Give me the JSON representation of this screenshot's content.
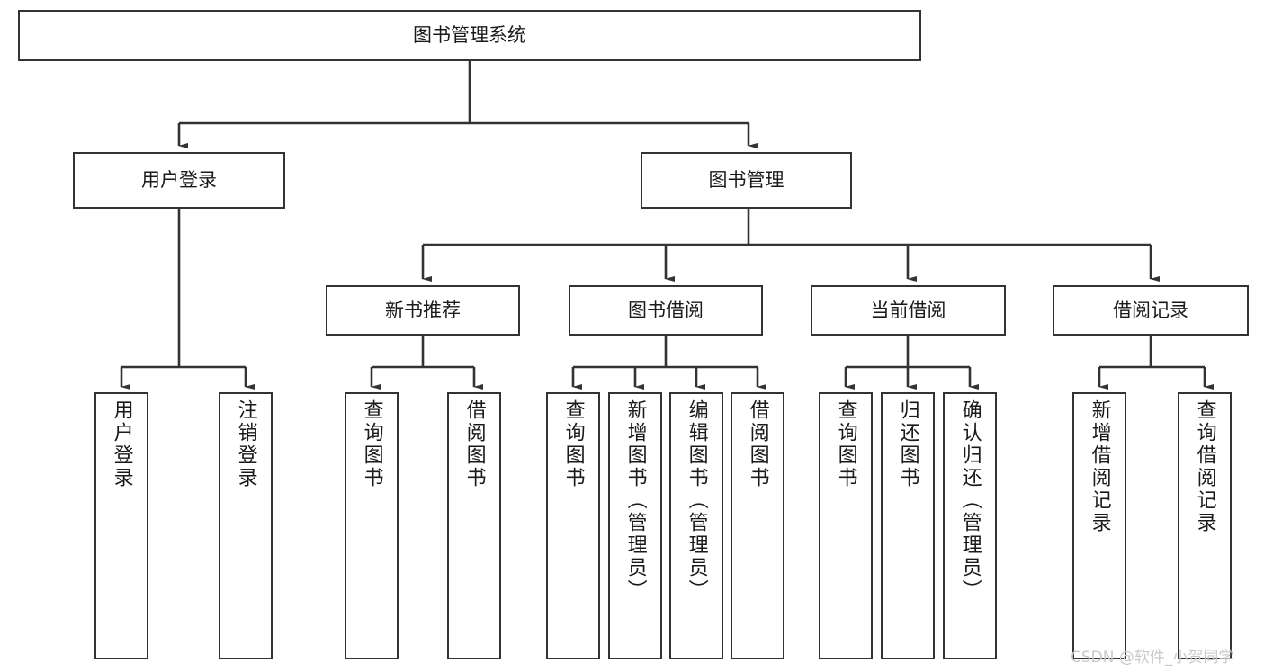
{
  "diagram": {
    "title": "图书管理系统",
    "type": "hierarchy-tree",
    "watermark": "CSDN @软件_小贺同学",
    "colors": {
      "stroke": "#333333",
      "fill": "#ffffff",
      "text": "#1a1a1a",
      "watermark": "#c9c9c9"
    },
    "levels": {
      "root": {
        "label": "图书管理系统"
      },
      "level2": [
        {
          "label": "用户登录"
        },
        {
          "label": "图书管理"
        }
      ],
      "level3": [
        {
          "label": "新书推荐"
        },
        {
          "label": "图书借阅"
        },
        {
          "label": "当前借阅"
        },
        {
          "label": "借阅记录"
        }
      ],
      "leaves": {
        "user_login": [
          {
            "label": "用户登录"
          },
          {
            "label": "注销登录"
          }
        ],
        "new_book_recommend": [
          {
            "label": "查询图书"
          },
          {
            "label": "借阅图书"
          }
        ],
        "book_borrow": [
          {
            "label": "查询图书"
          },
          {
            "label": "新增图书（管理员）"
          },
          {
            "label": "编辑图书（管理员）"
          },
          {
            "label": "借阅图书"
          }
        ],
        "current_borrow": [
          {
            "label": "查询图书"
          },
          {
            "label": "归还图书"
          },
          {
            "label": "确认归还（管理员）"
          }
        ],
        "borrow_records": [
          {
            "label": "新增借阅记录"
          },
          {
            "label": "查询借阅记录"
          }
        ]
      }
    }
  }
}
